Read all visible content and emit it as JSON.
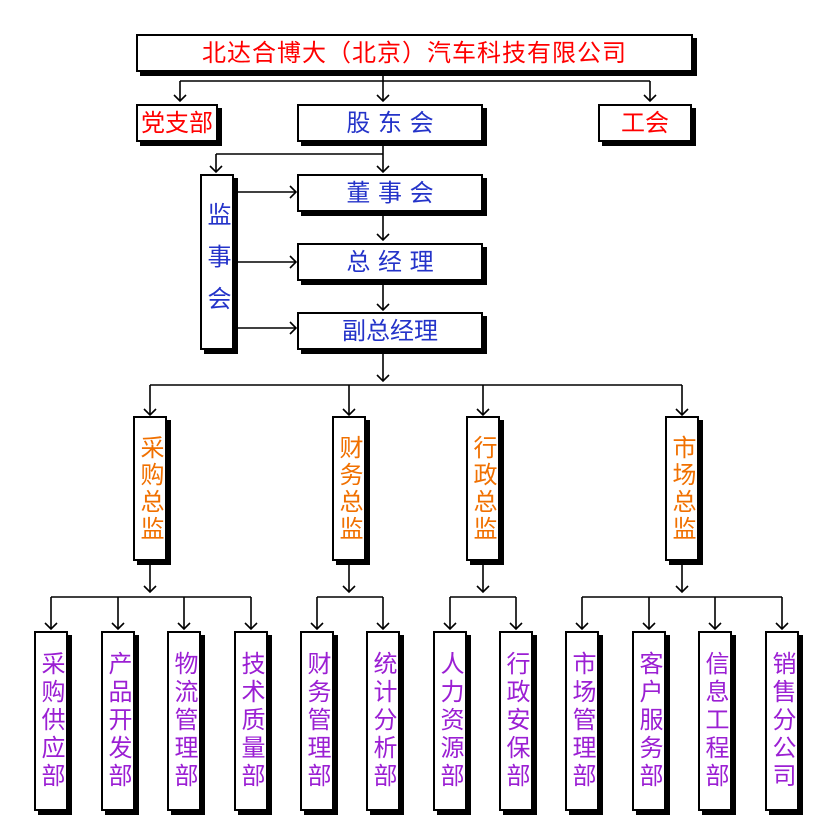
{
  "company": "北达合博大（北京）汽车科技有限公司",
  "party_branch": "党支部",
  "shareholders_meeting": "股 东 会",
  "labor_union": "工会",
  "board_of_directors": "董 事 会",
  "general_manager": "总 经 理",
  "deputy_general_manager": "副总经理",
  "board_of_supervisors": "监事会",
  "directors": [
    {
      "label": "采购总监"
    },
    {
      "label": "财务总监"
    },
    {
      "label": "行政总监"
    },
    {
      "label": "市场总监"
    }
  ],
  "departments": [
    {
      "label": "采购供应部"
    },
    {
      "label": "产品开发部"
    },
    {
      "label": "物流管理部"
    },
    {
      "label": "技术质量部"
    },
    {
      "label": "财务管理部"
    },
    {
      "label": "统计分析部"
    },
    {
      "label": "人力资源部"
    },
    {
      "label": "行政安保部"
    },
    {
      "label": "市场管理部"
    },
    {
      "label": "客户服务部"
    },
    {
      "label": "信息工程部"
    },
    {
      "label": "销售分公司"
    }
  ],
  "colors": {
    "red": "#ff0000",
    "blue": "#2433c9",
    "orange": "#f07000",
    "purple": "#9b1fd3"
  }
}
